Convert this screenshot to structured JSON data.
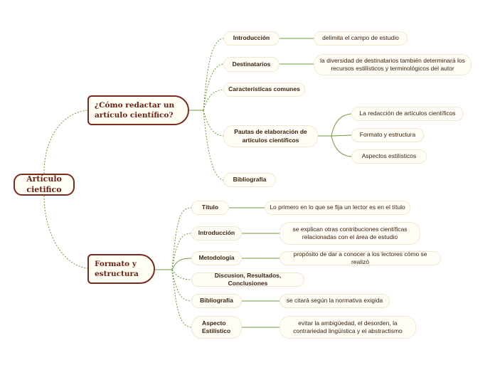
{
  "root": {
    "label": "Artículo cietifico"
  },
  "branch1": {
    "label": "¿Cómo redactar un artículo científico?",
    "children": [
      {
        "label": "Introducción",
        "note": "delimita el campo de estudio"
      },
      {
        "label": "Destinatarios",
        "note": "la diversidad de destinatarios también determinará los recursos estilísticos y terminológicos del autor"
      },
      {
        "label": "Características comunes"
      },
      {
        "label": "Pautas de elaboración de artículos científicos",
        "subs": [
          "La redacción de artículos científicos",
          "Formato y estructura",
          "Aspectos estilísticos"
        ]
      },
      {
        "label": "Bibliografía"
      }
    ]
  },
  "branch2": {
    "label": "Formato y estructura",
    "children": [
      {
        "label": "Título",
        "note": "Lo primero en lo que se fija un lector es en el título"
      },
      {
        "label": "Introducción",
        "note": "se explican otras contribuciones científicas relacionadas con el área de estudio"
      },
      {
        "label": "Metodología",
        "note": "propósito de dar a conocer a los lectores cómo se realizó"
      },
      {
        "label": "Discusion, Resultados, Conclusiones"
      },
      {
        "label": "Bibliografía",
        "note": "se citará según la normativa exigida"
      },
      {
        "label": "Aspecto Estilístico",
        "note": "evitar la ambigüedad, el desorden, la contrariedad lingüística y el abstractismo"
      }
    ]
  },
  "colors": {
    "branch_border": "#7b2a1f",
    "line_green": "#6f9a3c",
    "node_border": "#efe7cf"
  }
}
